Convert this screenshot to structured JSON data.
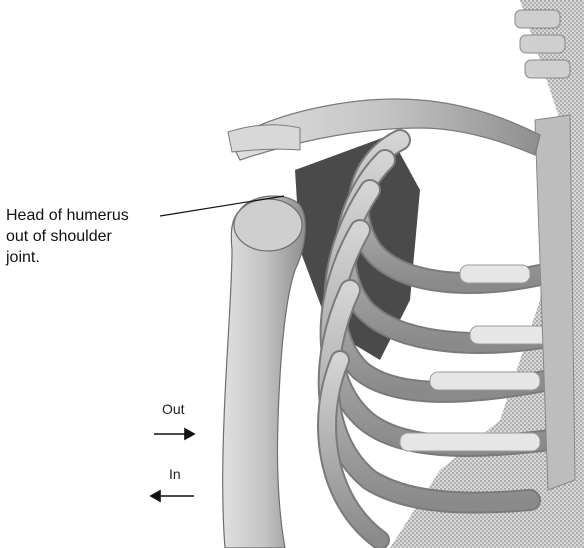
{
  "callout": {
    "line1": "Head of humerus",
    "line2": "out of shoulder",
    "line3": "joint."
  },
  "direction": {
    "out_label": "Out",
    "in_label": "In"
  },
  "colors": {
    "bone": "#c9c9c9",
    "bone_shadow": "#6e6e6e",
    "cartilage": "#e2e2e2",
    "background_stipple": "#9a9a9a",
    "ink": "#111111"
  }
}
